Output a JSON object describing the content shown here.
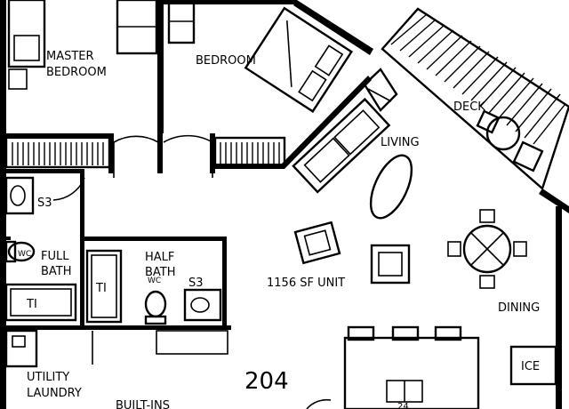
{
  "rooms": {
    "master_bedroom": [
      "MASTER",
      "BEDROOM"
    ],
    "bedroom": "BEDROOM",
    "living": "LIVING",
    "deck": "DECK",
    "dining": "DINING",
    "full_bath": [
      "FULL",
      "BATH"
    ],
    "half_bath": [
      "HALF",
      "BATH"
    ],
    "utility": [
      "UTILITY",
      "LAUNDRY"
    ],
    "built_ins": "BUILT-INS"
  },
  "labels": {
    "s3_full": "S3",
    "s3_half": "S3",
    "tub": "TI",
    "shower": "TI",
    "wc_full": "WC",
    "wc_half": "WC",
    "ice": "ICE",
    "unit_area": "1156 SF UNIT",
    "unit_number": "204",
    "counter_dim": "24"
  }
}
